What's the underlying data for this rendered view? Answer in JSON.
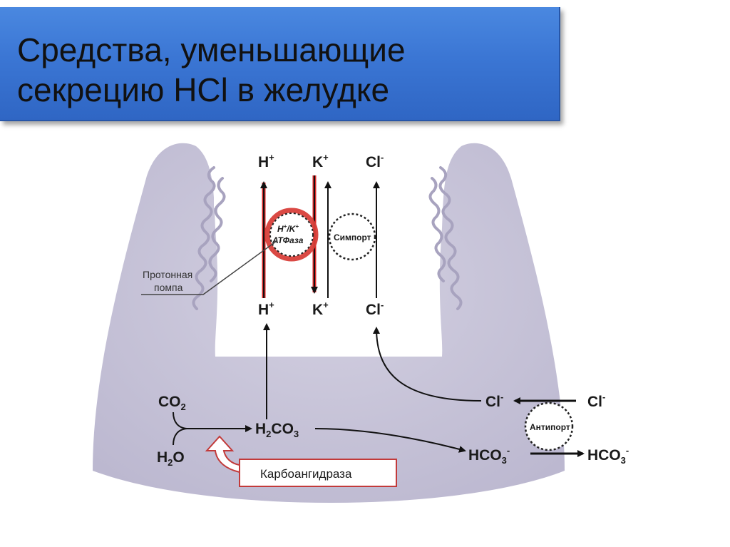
{
  "title": {
    "line1": "Средства, уменьшающие",
    "line2": "секрецию HCl в желудке"
  },
  "diagram": {
    "top_ions": {
      "h": "H",
      "k": "K",
      "cl": "Cl"
    },
    "middle_ions": {
      "h": "H",
      "k": "K",
      "cl": "Cl"
    },
    "plus": "+",
    "minus": "-",
    "pump": {
      "line1": "H",
      "slash": "/K",
      "line2": "АТФаза"
    },
    "symport": "Симпорт",
    "proton_pump": {
      "line1": "Протонная",
      "line2": "помпа"
    },
    "co2": "CO",
    "h2o_h": "H",
    "h2o_o": "O",
    "h2co3_h": "H",
    "h2co3_co": "CO",
    "sub2": "2",
    "sub3": "3",
    "cl_inner": "Cl",
    "cl_outer": "Cl",
    "hco3_inner": "HCO",
    "hco3_outer": "HCO",
    "antiport": "Антипорт",
    "enzyme": "Карбоангидраза"
  },
  "colors": {
    "cell": "#c9c6d9",
    "pump_ring": "#d9403a",
    "h_arrow": "#d92626",
    "title_bg": "#3b76d4"
  }
}
